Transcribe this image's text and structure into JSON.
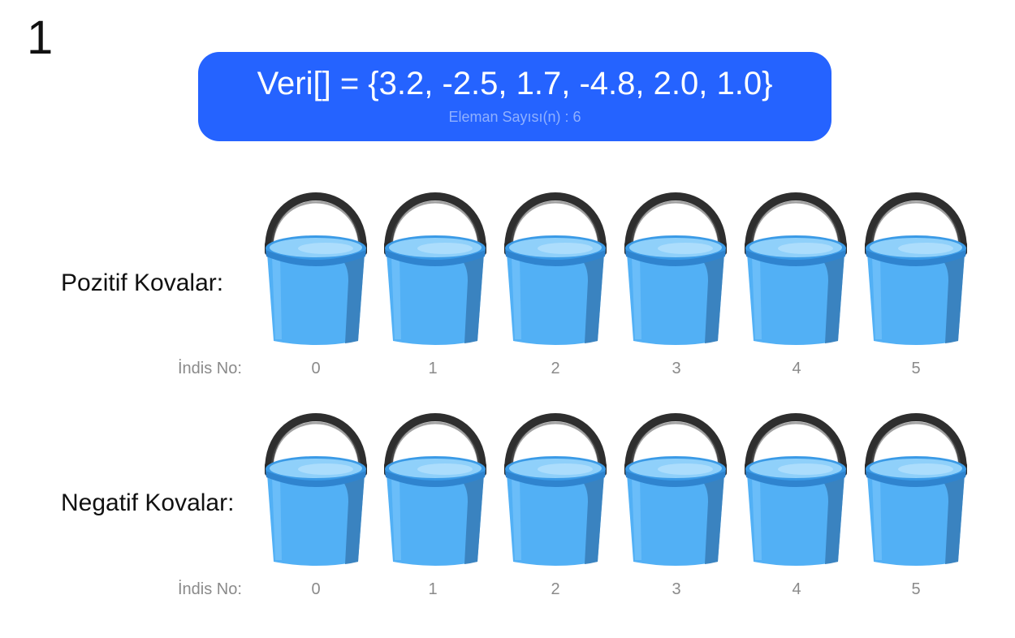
{
  "step_number": "1",
  "banner": {
    "expression": "Veri[] = {3.2, -2.5, 1.7, -4.8, 2.0, 1.0}",
    "count_label": "Eleman Sayısı(n) : 6"
  },
  "rows": [
    {
      "label": "Pozitif Kovalar:",
      "index_label": "İndis No:",
      "indices": [
        "0",
        "1",
        "2",
        "3",
        "4",
        "5"
      ]
    },
    {
      "label": "Negatif Kovalar:",
      "index_label": "İndis No:",
      "indices": [
        "0",
        "1",
        "2",
        "3",
        "4",
        "5"
      ]
    }
  ],
  "icons": {
    "bucket": "bucket-icon"
  },
  "colors": {
    "banner": "#2563ff",
    "bucket_body": "#52b0f5",
    "bucket_shade": "#3a83c0",
    "bucket_handle": "#333333"
  }
}
